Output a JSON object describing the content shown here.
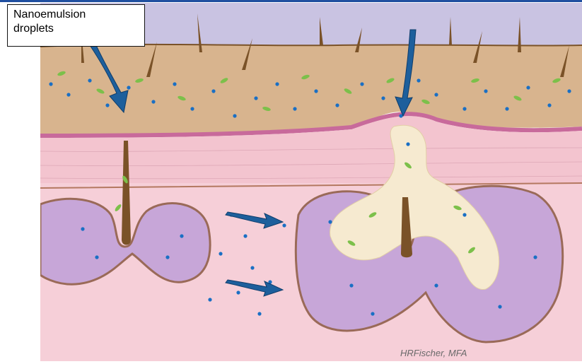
{
  "label": {
    "line1": "Nanoemulsion",
    "line2": "droplets"
  },
  "credit": "HRFischer, MFA",
  "colors": {
    "sky": "#c9c3e2",
    "stratum_corneum": "#d8b48e",
    "epidermis": "#f3c4cf",
    "dermis": "#f6cfd8",
    "gland": "#c7a6d8",
    "sebum": "#f6ead0",
    "droplet_blue": "#1a6fc4",
    "droplet_green": "#7cc04a",
    "arrow": "#1d5f9c",
    "hair": "#7a5228"
  },
  "icons": [
    "hair-shaft",
    "arrow-icon",
    "droplet"
  ]
}
